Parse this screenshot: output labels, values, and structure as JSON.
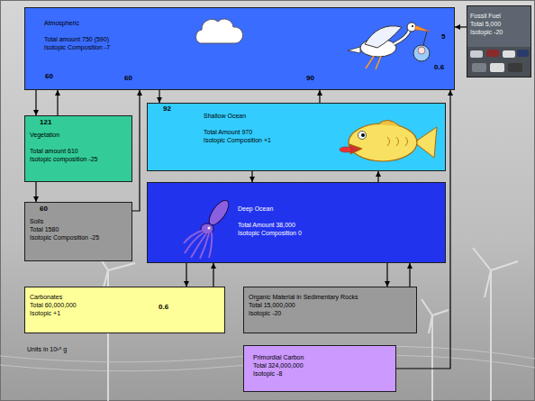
{
  "diagram": {
    "nodes": [
      {
        "text": [
          "Atmospheric",
          "Total amount 750 (590)",
          "Isotopic Composition -7"
        ]
      },
      {
        "text": [
          "Fossil Fuel",
          "Total 5,000",
          "Isotopic -20"
        ]
      },
      {
        "text": [
          "Vegetation",
          "Total amount 610",
          "Isotopic composition -25"
        ]
      },
      {
        "text": [
          "Shallow Ocean",
          "Total Amount 970",
          "Isotopic Composition +1"
        ]
      },
      {
        "text": [
          "Soils",
          "Total 1580",
          "Isotopic Composition -25"
        ]
      },
      {
        "text": [
          "Deep Ocean",
          "Total Amount 38,000",
          "Isotopic Composition 0"
        ]
      },
      {
        "text": [
          "Carbonates",
          "Total 60,000,000",
          "Isotopic +1"
        ]
      },
      {
        "text": [
          "Organic Material in Sedimentary Rocks",
          "Total 15,000,000",
          "Isotopic -20"
        ]
      },
      {
        "text": [
          "Primordial Carbon",
          "Total 324,000,000",
          "Isotopic -8"
        ]
      }
    ],
    "edges": [
      {
        "from": 0,
        "to": 2,
        "label": "121",
        "arrow": "to"
      },
      {
        "from": 2,
        "to": 0,
        "label": "60",
        "arrow": "to"
      },
      {
        "from": 4,
        "to": 0,
        "label": "60",
        "arrow": "to"
      },
      {
        "from": 2,
        "to": 4,
        "label": "60",
        "arrow": "to"
      },
      {
        "from": 0,
        "to": 3,
        "label": "92",
        "arrow": "to"
      },
      {
        "from": 3,
        "to": 0,
        "label": "90",
        "arrow": "to"
      },
      {
        "from": 1,
        "to": 0,
        "label": "5",
        "arrow": "to"
      },
      {
        "from": 8,
        "to": 0,
        "label": "0.6",
        "arrow": "to"
      },
      {
        "from": 3,
        "to": 5,
        "arrow": "to"
      },
      {
        "from": 5,
        "to": 3,
        "arrow": "to"
      },
      {
        "from": 5,
        "to": 6,
        "label": "0.6",
        "arrow": "to"
      },
      {
        "from": 6,
        "to": 5,
        "arrow": "to"
      },
      {
        "from": 5,
        "to": 7,
        "arrow": "to"
      },
      {
        "from": 7,
        "to": 5,
        "arrow": "to"
      }
    ],
    "labels": [
      "Units in 10¹⁵ g"
    ]
  }
}
